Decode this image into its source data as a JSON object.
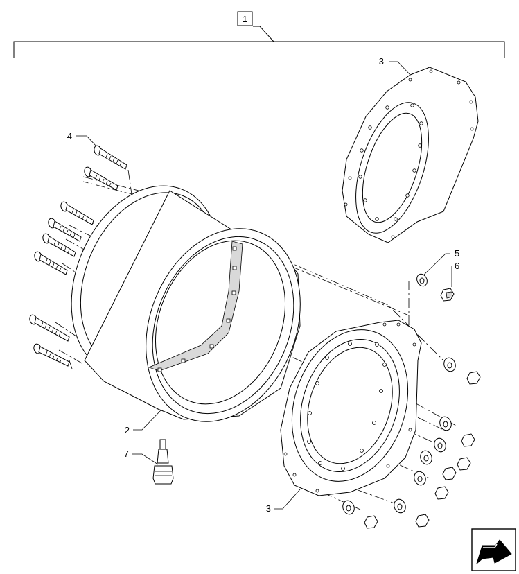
{
  "callouts": {
    "assembly": "1",
    "rim": "2",
    "disc_top": "3",
    "disc_bottom": "3",
    "bolt": "4",
    "washer": "5",
    "nut": "6",
    "valve": "7"
  },
  "icons": {
    "nav": "arrow-next-icon"
  }
}
